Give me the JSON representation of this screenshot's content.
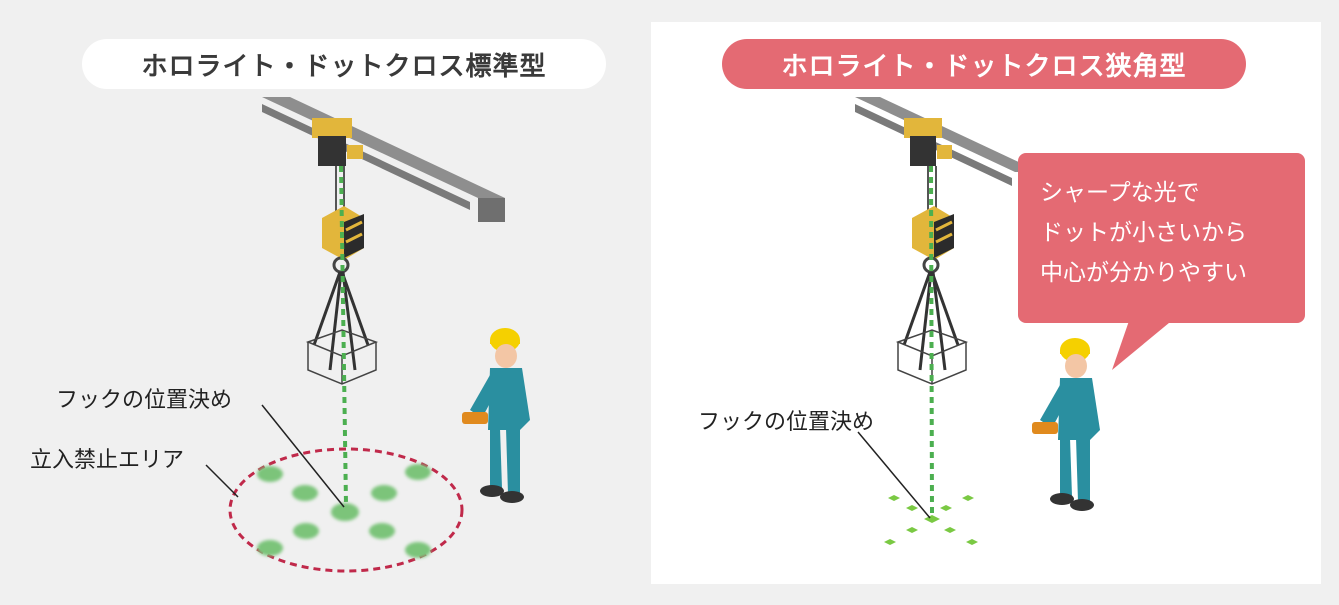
{
  "left_panel": {
    "title": "ホロライト・ドットクロス標準型",
    "hook_label": "フックの位置決め",
    "zone_label": "立入禁止エリア"
  },
  "right_panel": {
    "title": "ホロライト・ドットクロス狭角型",
    "hook_label": "フックの位置決め",
    "bubble_lines": [
      "シャープな光で",
      "ドットが小さいから",
      "中心が分かりやすい"
    ]
  },
  "colors": {
    "accent_pink": "#e46a73",
    "laser_green": "#4caf50",
    "dot_green": "#7cc47a",
    "cross_green": "#7ac943",
    "zone_red": "#c0294a",
    "helmet_yellow": "#f5d000",
    "worker_teal": "#2a8fa0",
    "hook_yellow": "#e2b63b"
  }
}
